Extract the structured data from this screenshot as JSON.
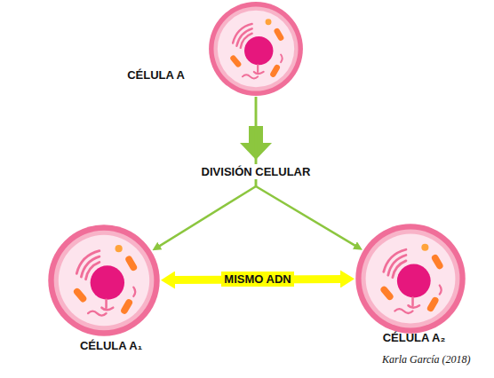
{
  "diagram": {
    "nodes": [
      {
        "text": [
          "CÉLULA A"
        ]
      },
      {
        "text": [
          "CÉLULA A₁"
        ]
      },
      {
        "text": [
          "CÉLULA A₂"
        ]
      }
    ],
    "edges": [
      {
        "from": 0,
        "to": 1,
        "arrow": "to",
        "label": "DIVISIÓN CELULAR"
      },
      {
        "from": 0,
        "to": 2,
        "arrow": "to"
      },
      {
        "from": 1,
        "to": 2,
        "arrow": "both",
        "label": "MISMO ADN"
      }
    ],
    "labels": [
      "Karla García (2018)"
    ]
  }
}
